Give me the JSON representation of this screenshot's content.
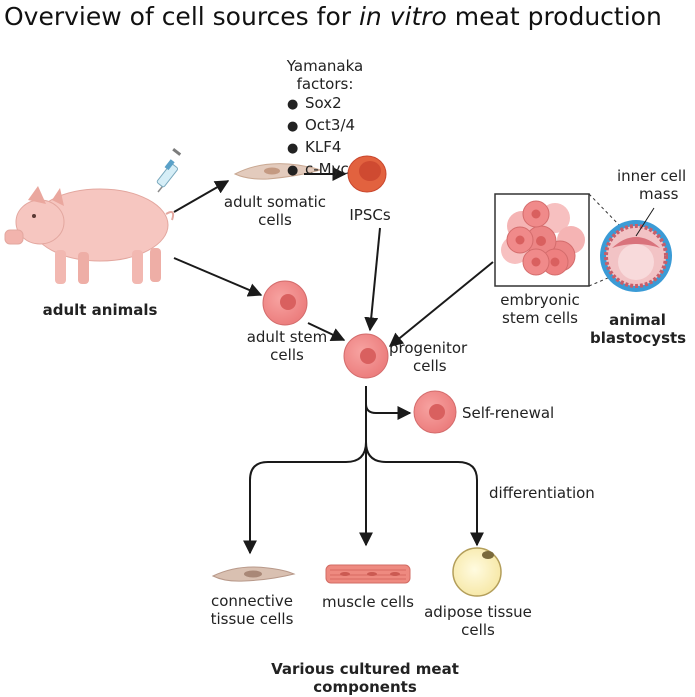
{
  "title": {
    "prefix": "Overview of cell sources for ",
    "italic": "in vitro",
    "suffix": " meat production"
  },
  "labels": {
    "adult_animals": "adult animals",
    "adult_somatic_cells_line1": "adult somatic",
    "adult_somatic_cells_line2": "cells",
    "ipscs": "IPSCs",
    "yamanaka_line1": "Yamanaka",
    "yamanaka_line2": "factors:",
    "yamanaka_factors": [
      "Sox2",
      "Oct3/4",
      "KLF4",
      "c-Myc"
    ],
    "inner_cell_mass_line1": "inner cell",
    "inner_cell_mass_line2": "mass",
    "embryonic_line1": "embryonic",
    "embryonic_line2": "stem cells",
    "animal_blastocysts_line1": "animal",
    "animal_blastocysts_line2": "blastocysts",
    "adult_stem_line1": "adult stem",
    "adult_stem_line2": "cells",
    "progenitor_line1": "progenitor",
    "progenitor_line2": "cells",
    "self_renewal": "Self-renewal",
    "differentiation": "differentiation",
    "connective_line1": "connective",
    "connective_line2": "tissue cells",
    "muscle_cells": "muscle cells",
    "adipose_line1": "adipose tissue",
    "adipose_line2": "cells",
    "components_line1": "Various cultured meat",
    "components_line2": "components"
  },
  "colors": {
    "stem_cell_fill": "#f08a8a",
    "stem_cell_nucleus": "#d9605f",
    "ipsc_fill": "#e2623f",
    "ipsc_nucleus": "#c9462d",
    "somatic_fill": "#e3cbbd",
    "pig_fill": "#f6c6c0",
    "adipose_fill": "#fbf0b6",
    "blastocyst_ring": "#3b9bd6",
    "arrow": "#1a1a1a"
  }
}
